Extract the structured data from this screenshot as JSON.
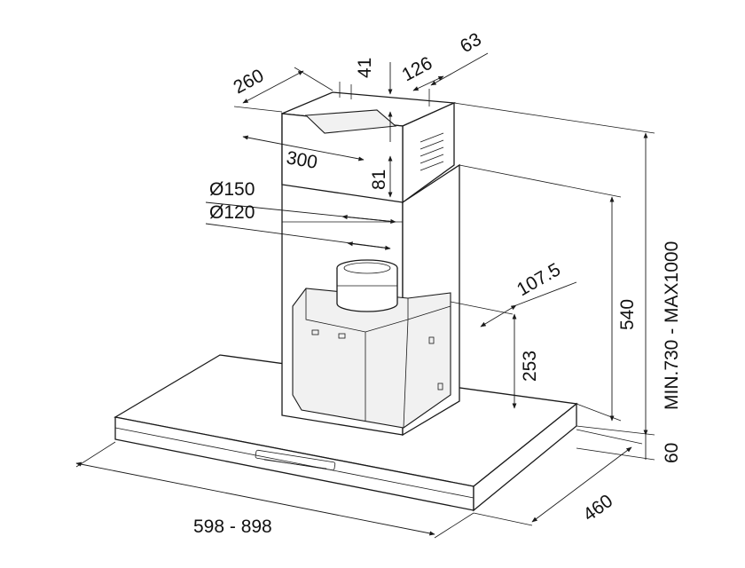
{
  "dimensions": {
    "depth_top": "260",
    "depth_41": "41",
    "depth_126": "126",
    "depth_63": "63",
    "width_top": "300",
    "height_81": "81",
    "dia_150": "Ø150",
    "dia_120": "Ø120",
    "offset_107": "107.5",
    "height_253": "253",
    "height_540": "540",
    "height_range": "MIN.730 - MAX1000",
    "thickness_60": "60",
    "depth_460": "460",
    "width_range": "598 - 898"
  }
}
